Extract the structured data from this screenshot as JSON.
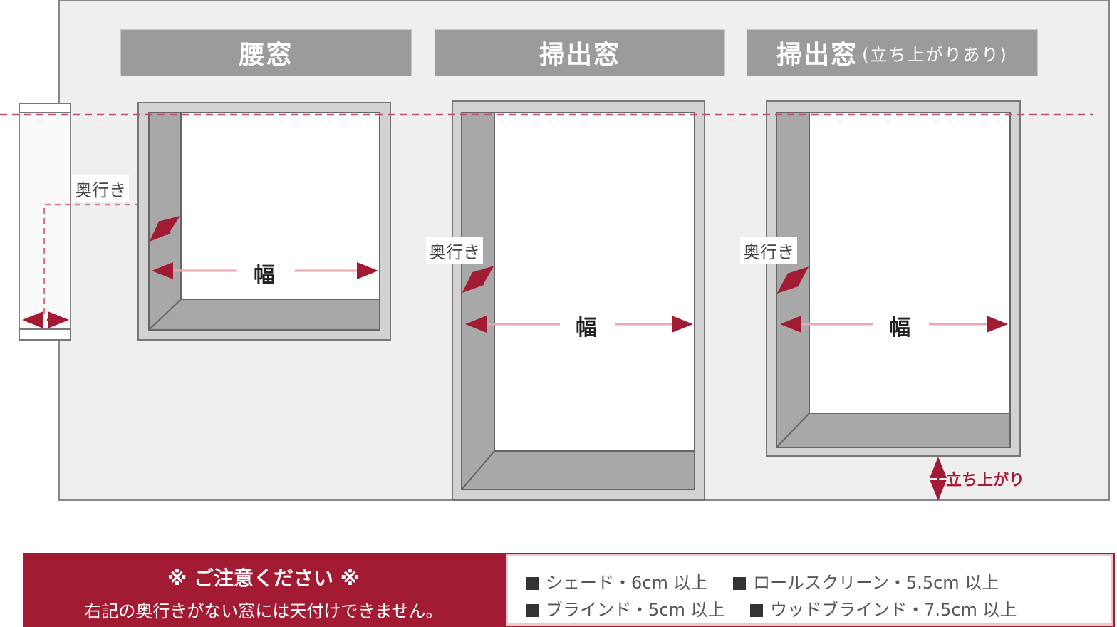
{
  "headers": {
    "koshi": "腰窓",
    "hakidashi": "掃出窓",
    "hakidashi_rise": "掃出窓",
    "hakidashi_rise_note": "(立ち上がりあり)"
  },
  "labels": {
    "depth": "奥行き",
    "width": "幅",
    "rise": "立ち上がり"
  },
  "notice": {
    "title": "※ ご注意ください ※",
    "body": "右記の奥行きがない窓には天付けできません。"
  },
  "specs": [
    {
      "text": "シェード・6cm 以上"
    },
    {
      "text": "ロールスクリーン・5.5cm 以上"
    },
    {
      "text": "ブラインド・5cm 以上"
    },
    {
      "text": "ウッドブラインド・7.5cm 以上"
    }
  ],
  "colors": {
    "accent": "#a31b32",
    "wall": "#efefef",
    "frame": "#a8a8a8"
  }
}
